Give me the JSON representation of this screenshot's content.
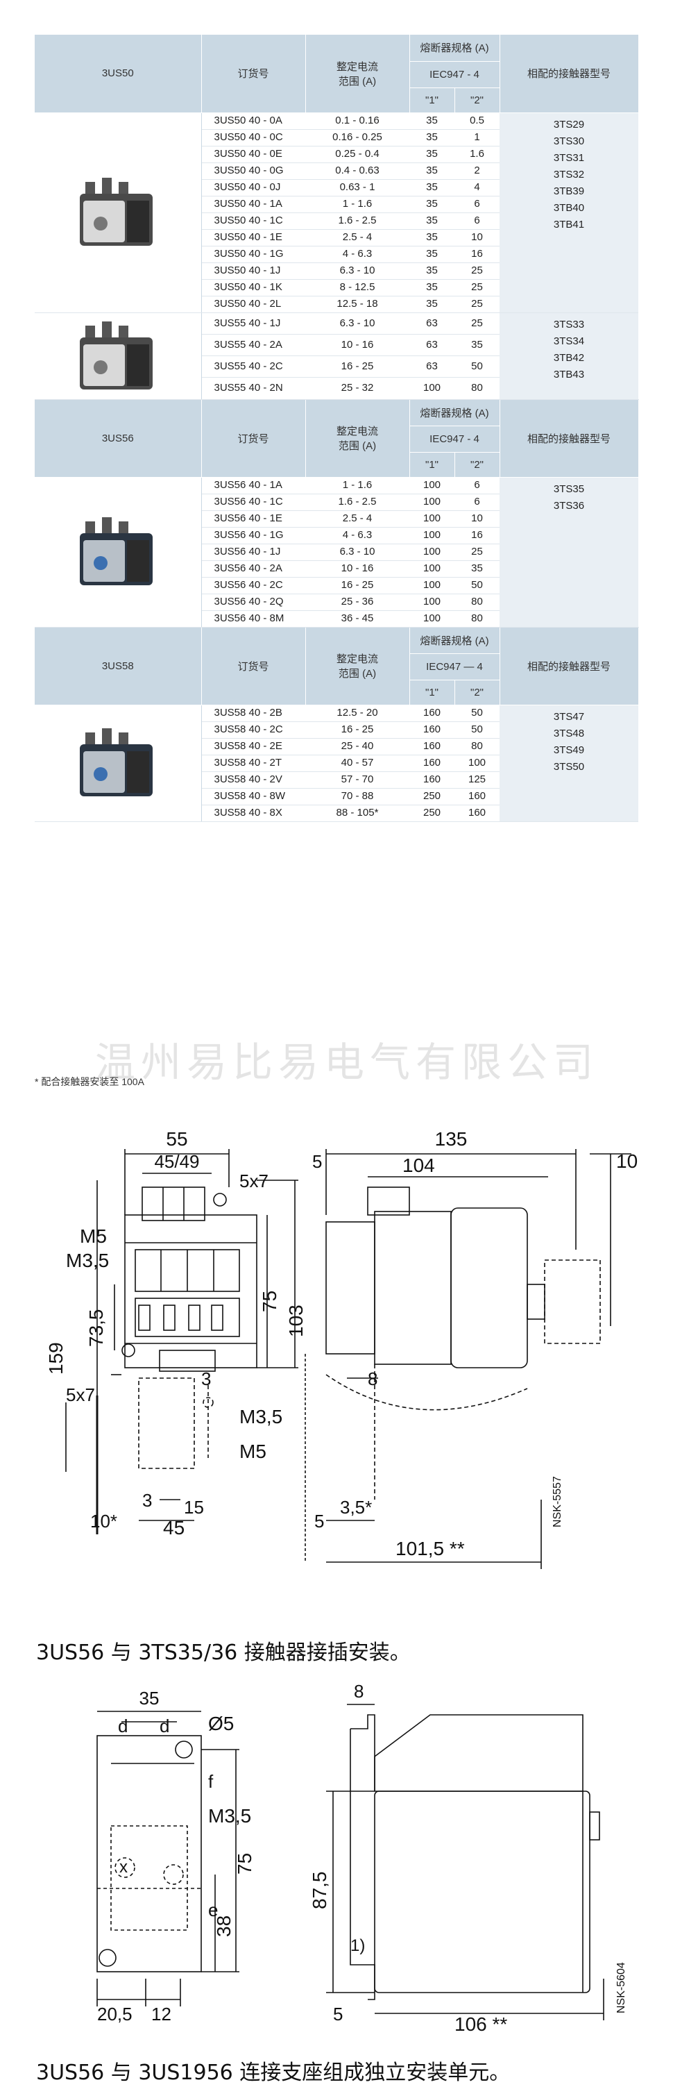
{
  "headers": {
    "order_no": "订货号",
    "current_range": "整定电流\n范围 (A)",
    "fuse_spec": "熔断器规格 (A)",
    "iec": "IEC947 - 4",
    "iec_alt": "IEC947  —  4",
    "col1": "\"1\"",
    "col2": "\"2\"",
    "contactor": "相配的接触器型号"
  },
  "sections": [
    {
      "series": "3US50",
      "groups": [
        {
          "rows": [
            [
              "3US50 40 - 0A",
              "0.1 - 0.16",
              "35",
              "0.5"
            ],
            [
              "3US50 40 - 0C",
              "0.16 - 0.25",
              "35",
              "1"
            ],
            [
              "3US50 40 - 0E",
              "0.25 - 0.4",
              "35",
              "1.6"
            ],
            [
              "3US50 40 - 0G",
              "0.4 - 0.63",
              "35",
              "2"
            ],
            [
              "3US50 40 - 0J",
              "0.63 - 1",
              "35",
              "4"
            ]
          ]
        },
        {
          "rows": [
            [
              "3US50 40 - 1A",
              "1 - 1.6",
              "35",
              "6"
            ],
            [
              "3US50 40 - 1C",
              "1.6 - 2.5",
              "35",
              "6"
            ],
            [
              "3US50 40 - 1E",
              "2.5 - 4",
              "35",
              "10"
            ],
            [
              "3US50 40 - 1G",
              "4 - 6.3",
              "35",
              "16"
            ],
            [
              "3US50 40 - 1J",
              "6.3 - 10",
              "35",
              "25"
            ],
            [
              "3US50 40 - 1K",
              "8 - 12.5",
              "35",
              "25"
            ],
            [
              "3US50 40 - 2L",
              "12.5 - 18",
              "35",
              "25"
            ]
          ]
        }
      ],
      "contactors": [
        "3TS29",
        "3TS30",
        "3TS31",
        "3TS32",
        "3TB39",
        "3TB40",
        "3TB41"
      ]
    },
    {
      "series": "3US55",
      "groups": [
        {
          "rows": [
            [
              "3US55 40 - 1J",
              "6.3 - 10",
              "63",
              "25"
            ],
            [
              "3US55 40 - 2A",
              "10 - 16",
              "63",
              "35"
            ],
            [
              "3US55 40 - 2C",
              "16 - 25",
              "63",
              "50"
            ],
            [
              "3US55 40 - 2N",
              "25 - 32",
              "100",
              "80"
            ]
          ]
        }
      ],
      "contactors": [
        "3TS33",
        "3TS34",
        "3TB42",
        "3TB43"
      ]
    },
    {
      "series": "3US56",
      "groups": [
        {
          "rows": [
            [
              "3US56 40 - 1A",
              "1 - 1.6",
              "100",
              "6"
            ],
            [
              "3US56 40 - 1C",
              "1.6 - 2.5",
              "100",
              "6"
            ],
            [
              "3US56 40 - 1E",
              "2.5 - 4",
              "100",
              "10"
            ],
            [
              "3US56 40 - 1G",
              "4 - 6.3",
              "100",
              "16"
            ],
            [
              "3US56 40 - 1J",
              "6.3 - 10",
              "100",
              "25"
            ]
          ]
        },
        {
          "rows": [
            [
              "3US56 40 - 2A",
              "10 - 16",
              "100",
              "35"
            ],
            [
              "3US56 40 - 2C",
              "16 - 25",
              "100",
              "50"
            ],
            [
              "3US56 40 - 2Q",
              "25 - 36",
              "100",
              "80"
            ]
          ]
        },
        {
          "rows": [
            [
              "3US56 40 - 8M",
              "36 - 45",
              "100",
              "80"
            ]
          ]
        }
      ],
      "contactors": [
        "3TS35",
        "3TS36"
      ]
    },
    {
      "series": "3US58",
      "groups": [
        {
          "rows": [
            [
              "3US58 40 - 2B",
              "12.5 - 20",
              "160",
              "50"
            ],
            [
              "3US58 40 - 2C",
              "16 - 25",
              "160",
              "50"
            ],
            [
              "3US58 40 - 2E",
              "25 - 40",
              "160",
              "80"
            ],
            [
              "3US58 40 - 2T",
              "40 - 57",
              "160",
              "100"
            ],
            [
              "3US58 40 - 2V",
              "57 - 70",
              "160",
              "125"
            ]
          ]
        },
        {
          "rows": [
            [
              "3US58 40 - 8W",
              "70 - 88",
              "250",
              "160"
            ],
            [
              "3US58 40 - 8X",
              "88 - 105*",
              "250",
              "160"
            ]
          ]
        }
      ],
      "contactors": [
        "3TS47",
        "3TS48",
        "3TS49",
        "3TS50"
      ]
    }
  ],
  "watermark": "温州易比易电气有限公司",
  "footnote": "*  配合接触器安装至 100A",
  "drawing1": {
    "dims": {
      "d55": "55",
      "d45_49": "45/49",
      "d5x7a": "5x7",
      "m5": "M5",
      "m35": "M3,5",
      "d75": "75",
      "d103": "103",
      "d159": "159",
      "d73_5": "73,5",
      "d5x7b": "5x7",
      "d3a": "3",
      "m35b": "M3,5",
      "m5b": "M5",
      "d3b": "3",
      "d15": "15",
      "d10star": "10*",
      "d45": "45",
      "d135": "135",
      "d5a": "5",
      "d104": "104",
      "d10": "10",
      "d8": "8",
      "d5b": "5",
      "d3_5star": "3,5*",
      "d101_5": "101,5 **",
      "nsk": "NSK-5557"
    }
  },
  "caption1": "3US56 与 3TS35/36 接触器接插安装。",
  "drawing2": {
    "dims": {
      "d35": "35",
      "d": "d",
      "d_b": "d",
      "o5": "Ø5",
      "f": "f",
      "m35": "M3,5",
      "x": "x",
      "e": "e",
      "d75": "75",
      "d38": "38",
      "d20_5": "20,5",
      "d12": "12",
      "d8": "8",
      "d87_5": "87,5",
      "n1": "1)",
      "d5": "5",
      "d106": "106 **",
      "nsk": "NSK-5604"
    }
  },
  "caption2": "3US56 与 3US1956 连接支座组成独立安装单元。"
}
